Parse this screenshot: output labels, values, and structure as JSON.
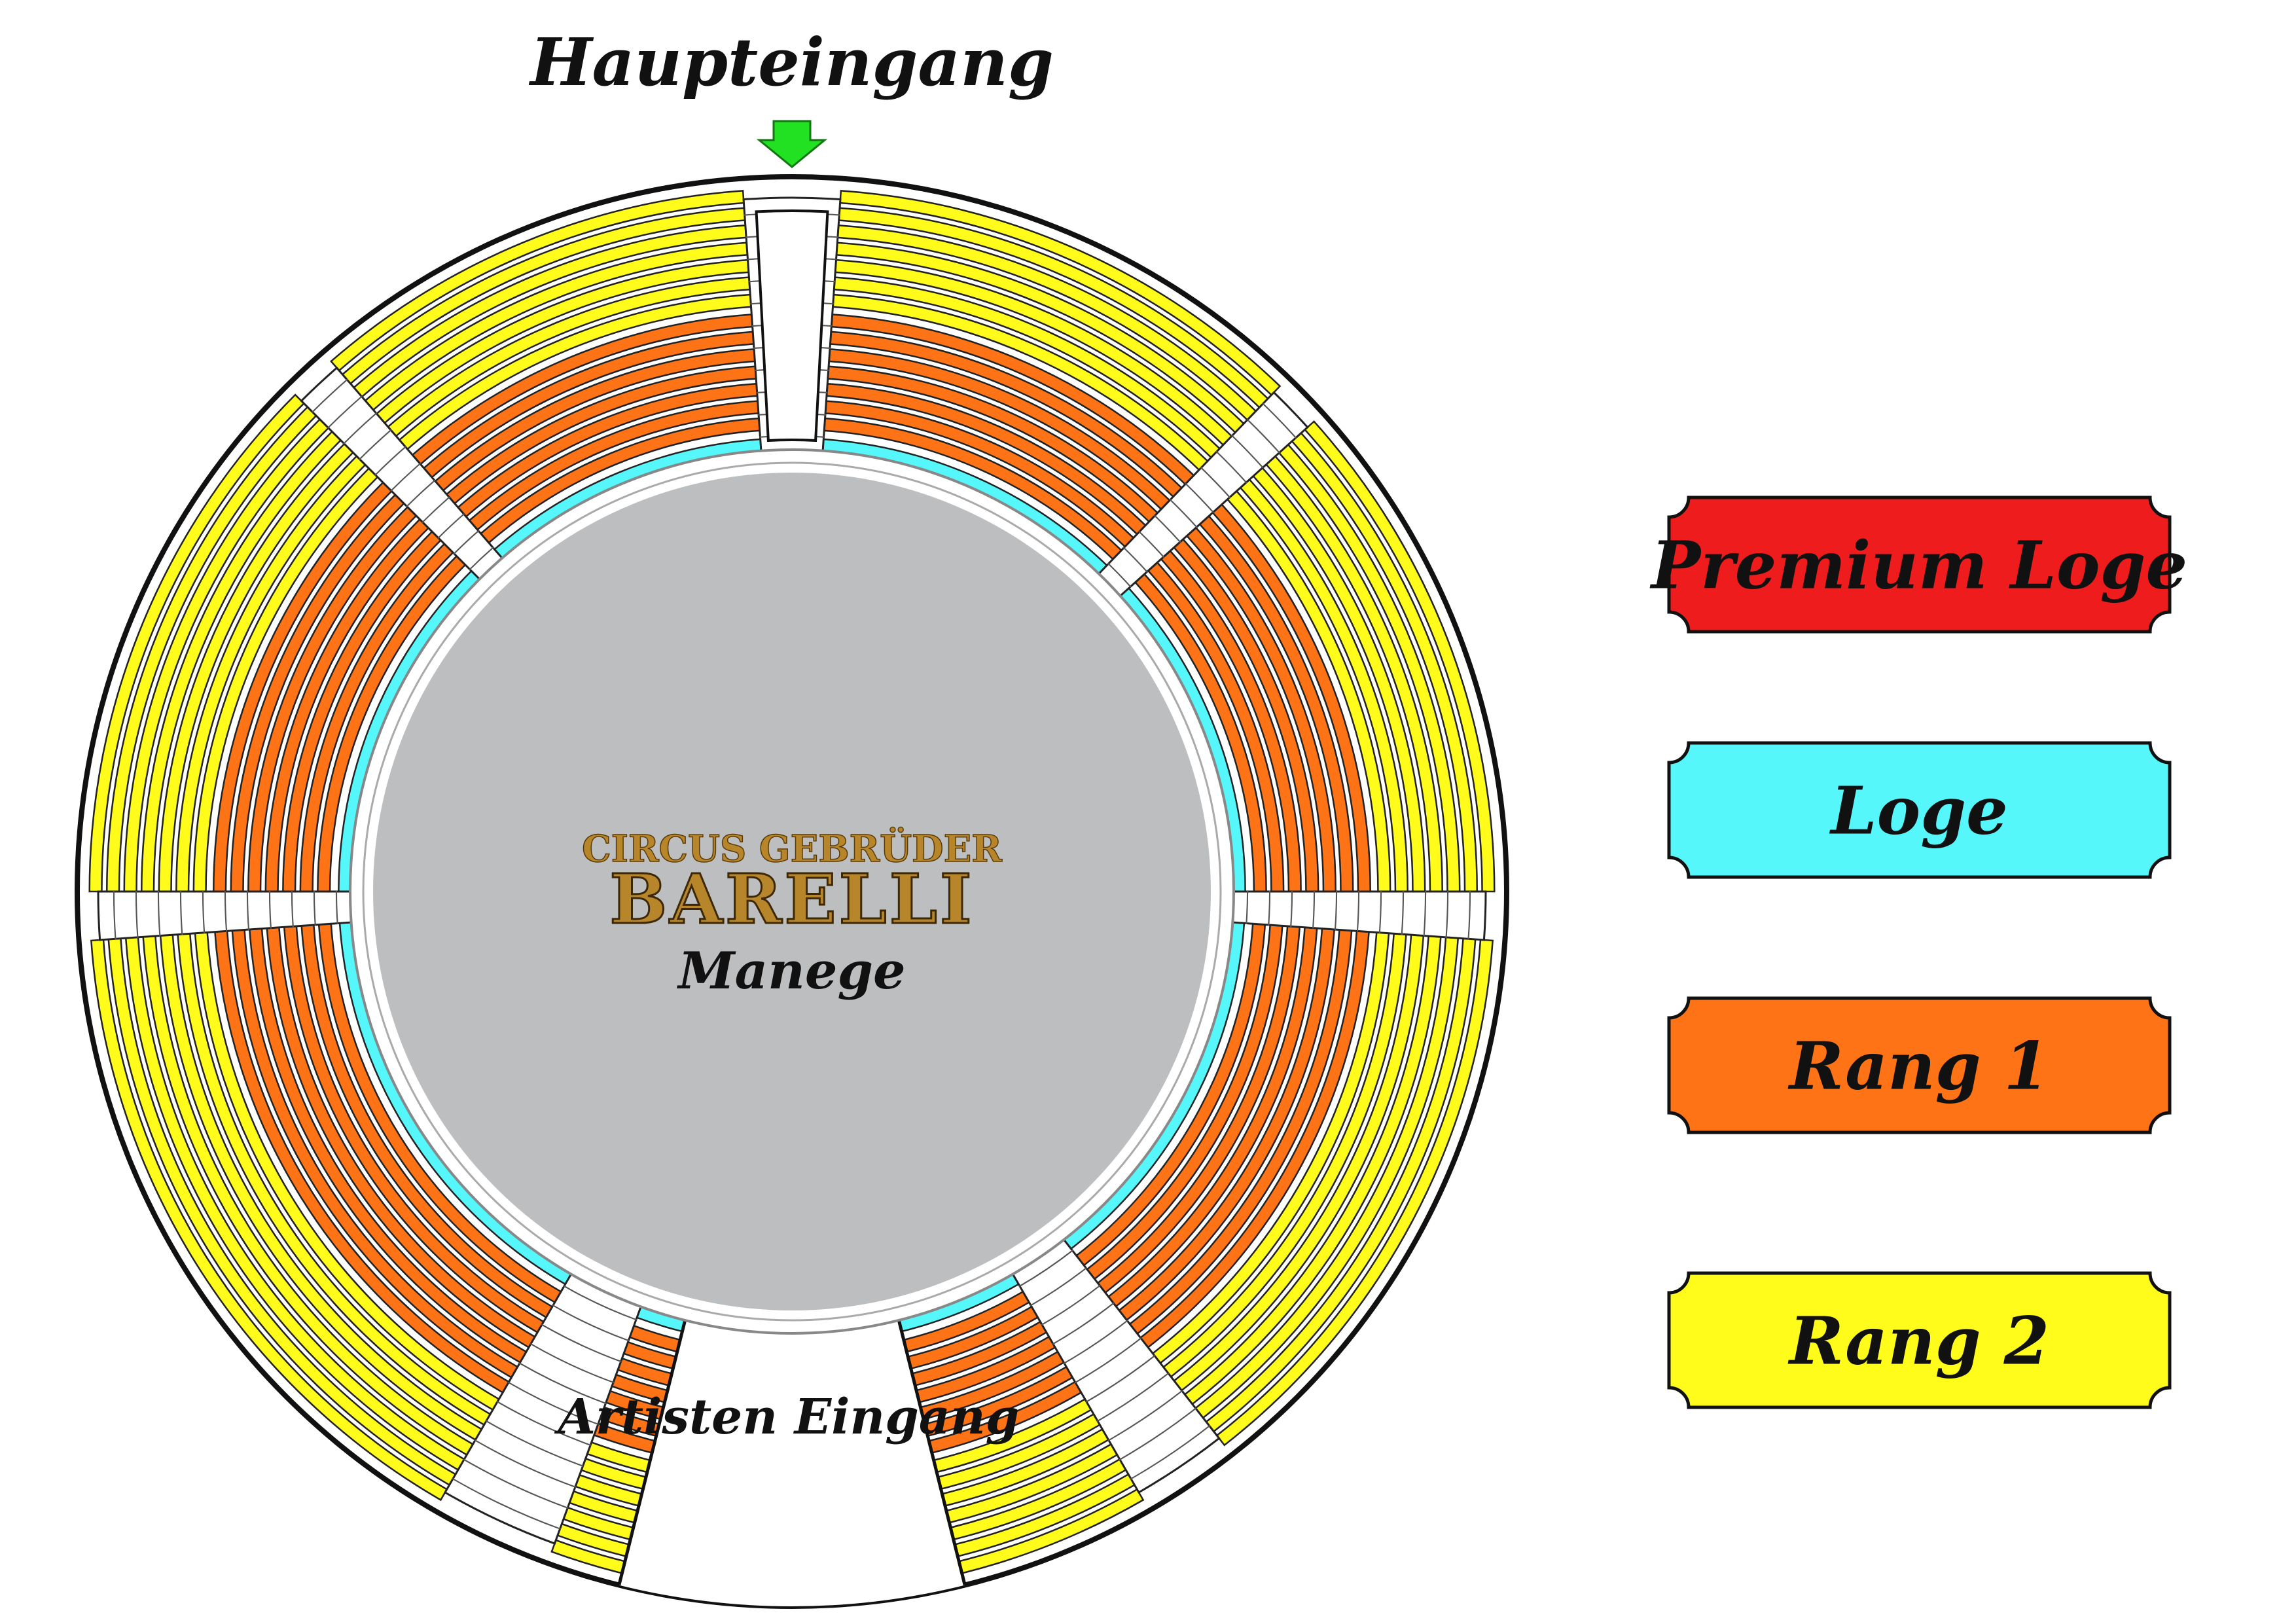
{
  "entrance_label": "Haupteingang",
  "artist_entrance_label": "Artisten Eingang",
  "ring": {
    "brand_line1": "CIRCUS GEBRÜDER",
    "brand_line2": "BARELLI",
    "label": "Manege"
  },
  "legend": [
    {
      "label": "Premium Loge",
      "color": "#ee1c1c"
    },
    {
      "label": "Loge",
      "color": "#56f7fb"
    },
    {
      "label": "Rang 1",
      "color": "#fd7316"
    },
    {
      "label": "Rang 2",
      "color": "#fffb1a"
    }
  ],
  "colors": {
    "premium_loge": "#ee1c1c",
    "loge": "#56f7fb",
    "rang1": "#fd7316",
    "rang2": "#fffb1a",
    "manege": "#bcbec0",
    "brand": "#b8862a",
    "entrance_arrow": "#22e022",
    "stairs": "#555555"
  },
  "icons": {
    "entrance": "down-arrow-icon"
  }
}
